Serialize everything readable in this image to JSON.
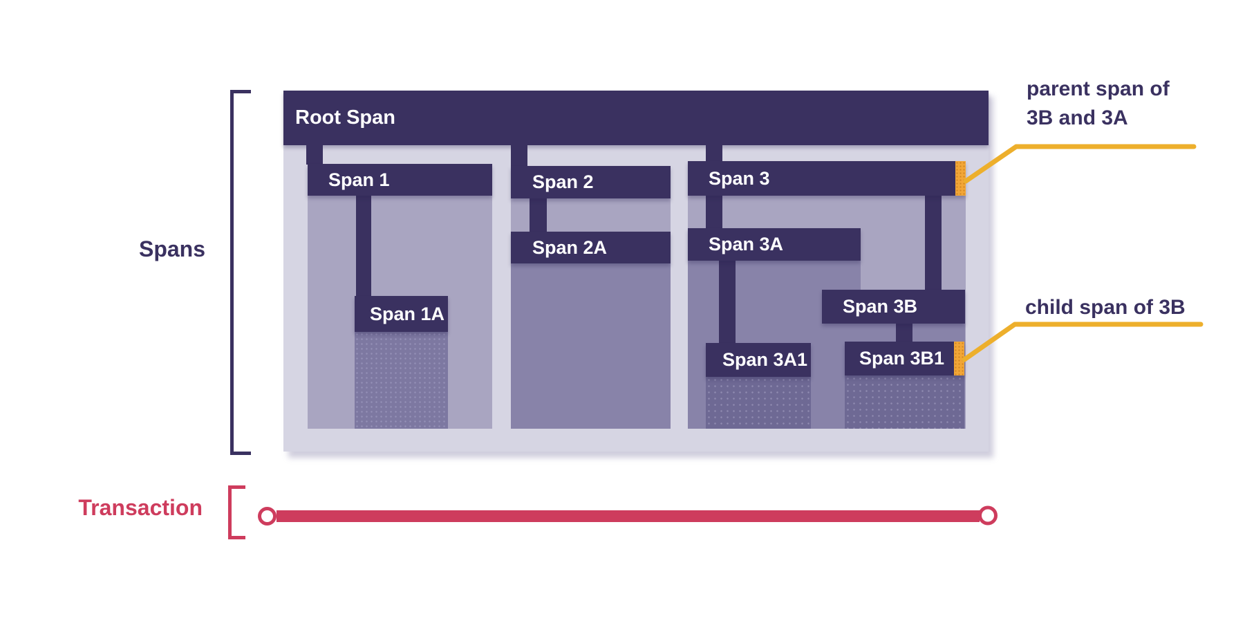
{
  "palette": {
    "dark": "#3a3160",
    "light": "#d6d5e3",
    "mid": "#a9a5c1",
    "sub": "#8883a9",
    "deep": "#6e6994",
    "deep1a": "#7d78a1",
    "orange": "#f2a637",
    "yellow": "#edaf2c",
    "red": "#ce3c5d",
    "white": "#ffffff"
  },
  "side": {
    "spans_label": "Spans",
    "transaction_label": "Transaction"
  },
  "diagram": {
    "root_span": {
      "label": "Root Span"
    },
    "spans": {
      "s1": {
        "label": "Span 1"
      },
      "s1a": {
        "label": "Span 1A"
      },
      "s2": {
        "label": "Span 2"
      },
      "s2a": {
        "label": "Span 2A"
      },
      "s3": {
        "label": "Span 3"
      },
      "s3a": {
        "label": "Span 3A"
      },
      "s3a1": {
        "label": "Span 3A1"
      },
      "s3b": {
        "label": "Span 3B"
      },
      "s3b1": {
        "label": "Span 3B1"
      }
    }
  },
  "annotations": {
    "parent": {
      "line1": "parent span of",
      "line2": "3B and 3A"
    },
    "child": {
      "text": "child span of 3B"
    }
  }
}
